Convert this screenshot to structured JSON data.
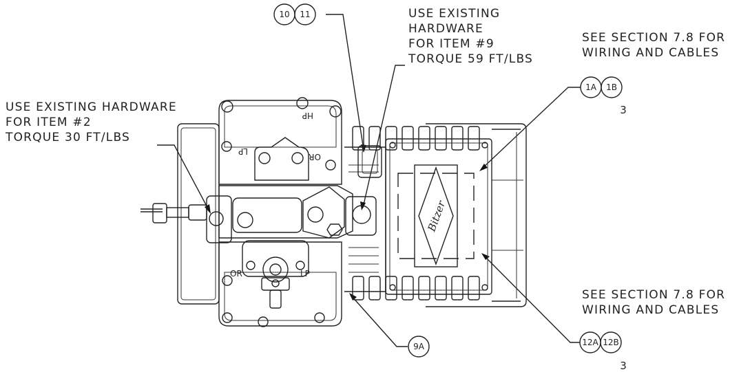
{
  "notes": {
    "hardware_item9": [
      "USE EXISTING",
      "HARDWARE",
      "FOR ITEM #9",
      "TORQUE 59 FT/LBS"
    ],
    "hardware_item2": [
      "USE EXISTING HARDWARE",
      "FOR ITEM #2",
      "TORQUE 30 FT/LBS"
    ],
    "wiring_top": [
      "SEE SECTION 7.8 FOR",
      "WIRING AND CABLES"
    ],
    "wiring_bottom": [
      "SEE SECTION 7.8 FOR",
      "WIRING AND CABLES"
    ]
  },
  "balloons": {
    "b10": "10",
    "b11": "11",
    "b1a": "1A",
    "b1b": "1B",
    "qty_top": "3",
    "b9a": "9A",
    "b12a": "12A",
    "b12b": "12B",
    "qty_bottom": "3"
  },
  "part_marks": {
    "hp": "HP",
    "lp_top": "LP",
    "or_top": "OR",
    "or_bottom": "OR",
    "lp_bottom": "LP",
    "logo": "Bitzer"
  }
}
